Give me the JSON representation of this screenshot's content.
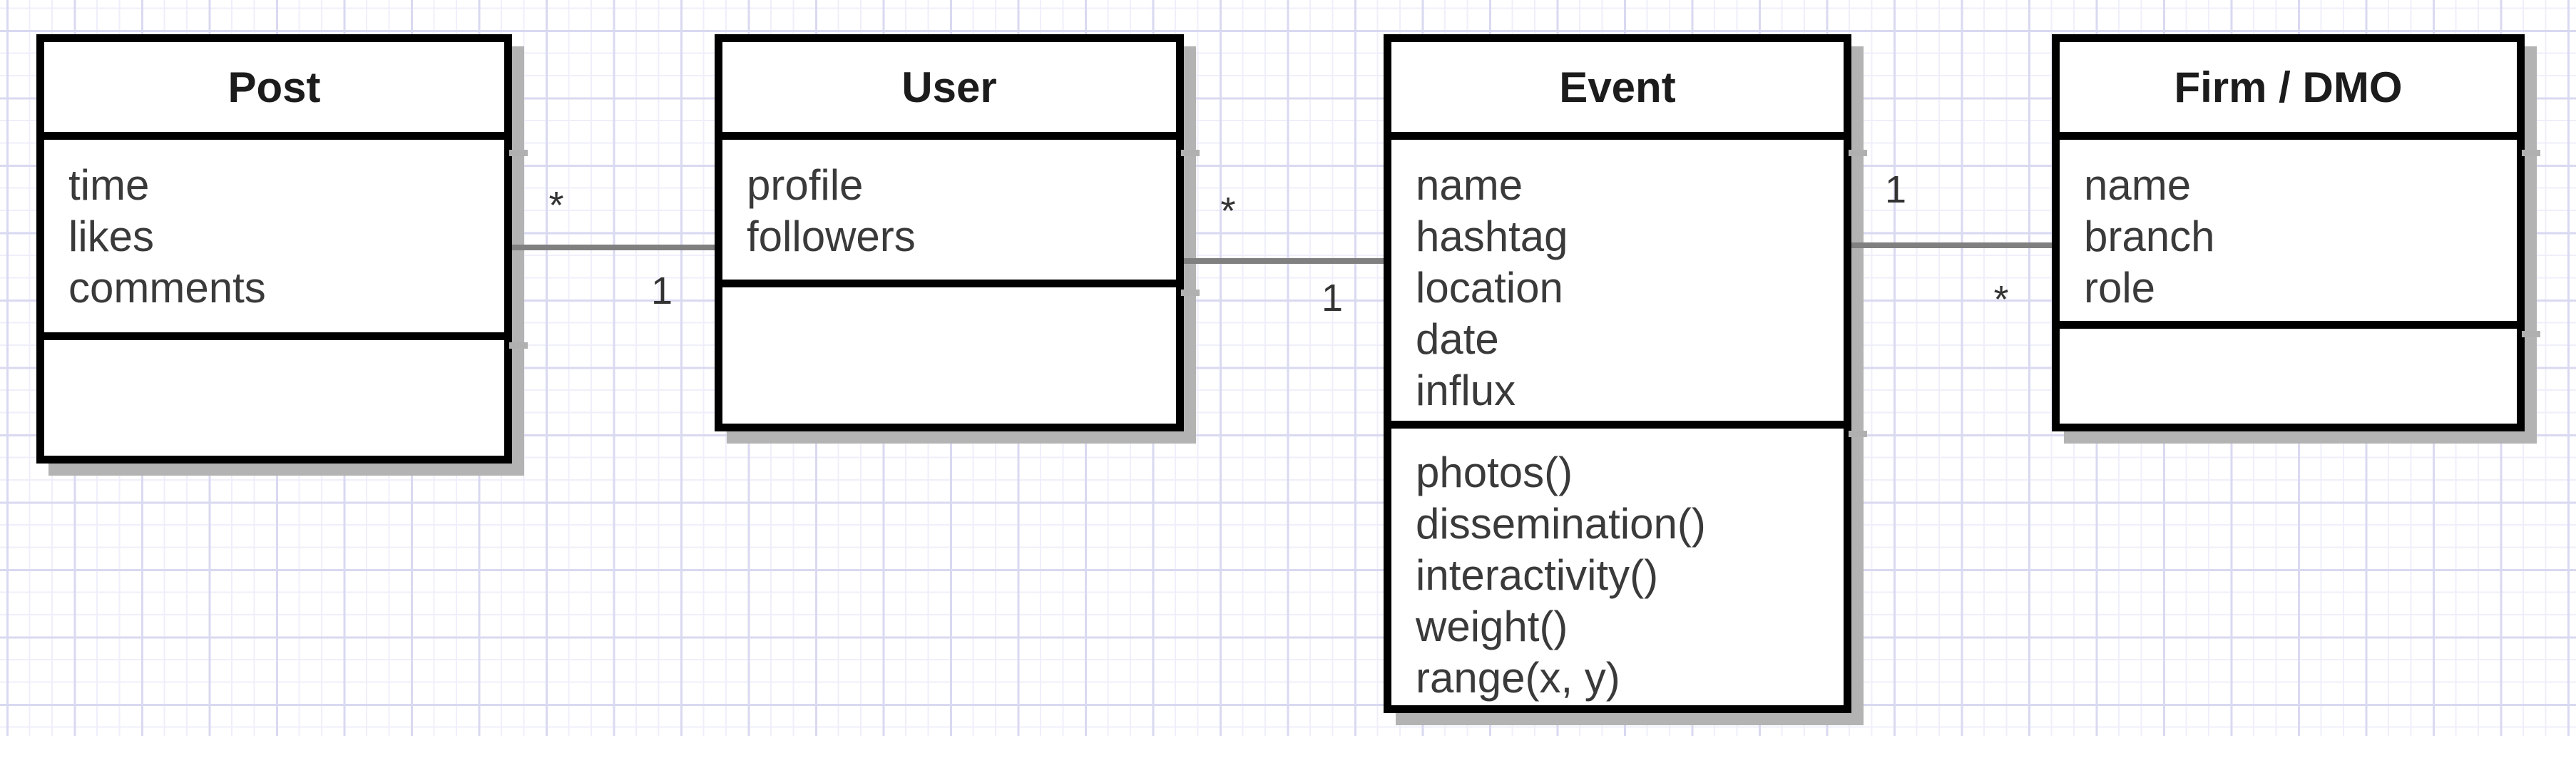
{
  "classes": [
    {
      "name": "Post",
      "attributes": [
        "time",
        "likes",
        "comments"
      ],
      "methods": []
    },
    {
      "name": "User",
      "attributes": [
        "profile",
        "followers"
      ],
      "methods": []
    },
    {
      "name": "Event",
      "attributes": [
        "name",
        "hashtag",
        "location",
        "date",
        "influx"
      ],
      "methods": [
        "photos()",
        "dissemination()",
        "interactivity()",
        "weight()",
        "range(x, y)"
      ]
    },
    {
      "name": "Firm / DMO",
      "attributes": [
        "name",
        "branch",
        "role"
      ],
      "methods": []
    }
  ],
  "associations": [
    {
      "from": "Post",
      "to": "User",
      "from_multiplicity": "*",
      "to_multiplicity": "1"
    },
    {
      "from": "User",
      "to": "Event",
      "from_multiplicity": "*",
      "to_multiplicity": "1"
    },
    {
      "from": "Event",
      "to": "Firm / DMO",
      "from_multiplicity": "1",
      "to_multiplicity": "*"
    }
  ],
  "colors": {
    "box_border": "#000000",
    "box_fill": "#ffffff",
    "box_shadow": "#b3b3b3",
    "connector": "#808080",
    "grid_major": "#d9d9f1",
    "grid_minor": "#efeffb",
    "text": "#3a3a3a"
  }
}
